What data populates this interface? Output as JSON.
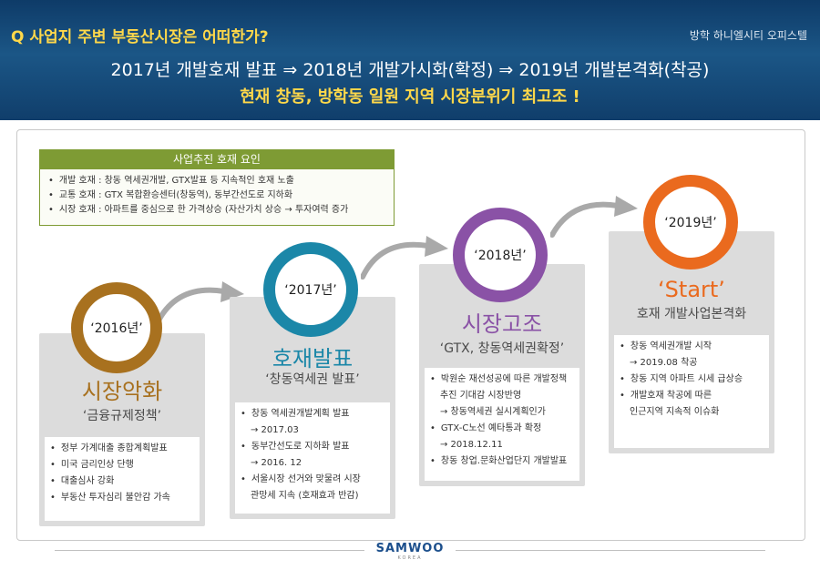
{
  "header": {
    "question": "Q 사업지 주변 부동산시장은 어떠한가?",
    "project": "방학 하니엘시티 오피스텔",
    "timeline": "2017년 개발호재 발표 ⇒ 2018년 개발가시화(확정) ⇒ 2019년 개발본격화(착공)",
    "highlight": "현재 창동, 방학동 일원 지역 시장분위기 최고조 !"
  },
  "factors": {
    "title": "사업추진 호재 요인",
    "items": [
      "개발 호재 : 창동 역세권개발, GTX발표 등 지속적인 호재 노출",
      "교통 호재 : GTX 복합환승센터(창동역), 동부간선도로 지하화",
      "시장 호재 : 아파트를 중심으로 한 가격상승 (자산가치 상승 → 투자여력 증가"
    ]
  },
  "stages": [
    {
      "year": "‘2016년’",
      "title": "시장악화",
      "subtitle": "‘금융규제정책’",
      "color": "#a8711f",
      "items": [
        {
          "text": "정부 가계대출 종합계획발표",
          "bullet": true
        },
        {
          "text": "미국 금리인상 단행",
          "bullet": true
        },
        {
          "text": "대출심사 강화",
          "bullet": true
        },
        {
          "text": "부동산 투자심리 불안감 가속",
          "bullet": true
        }
      ]
    },
    {
      "year": "‘2017년’",
      "title": "호재발표",
      "subtitle": "‘창동역세권 발표’",
      "color": "#1b87a8",
      "items": [
        {
          "text": "창동 역세권개발계획 발표",
          "bullet": true
        },
        {
          "text": "→ 2017.03",
          "bullet": false
        },
        {
          "text": "동부간선도로 지하화 발표",
          "bullet": true
        },
        {
          "text": "→ 2016. 12",
          "bullet": false
        },
        {
          "text": "서울시장 선거와 맞물려 시장",
          "bullet": true
        },
        {
          "text": "관망세 지속 (호재효과 반감)",
          "bullet": false
        }
      ]
    },
    {
      "year": "‘2018년’",
      "title": "시장고조",
      "subtitle": "‘GTX, 창동역세권확정’",
      "color": "#8a52a6",
      "items": [
        {
          "text": "박원순 재선성공에 따른 개발정책",
          "bullet": true
        },
        {
          "text": "추진 기대감 시장반영",
          "bullet": false
        },
        {
          "text": "→ 창동역세권 실시계획인가",
          "bullet": false
        },
        {
          "text": "GTX-C노선 예타통과 확정",
          "bullet": true
        },
        {
          "text": "→ 2018.12.11",
          "bullet": false
        },
        {
          "text": "창동 창업.문화산업단지 개발발표",
          "bullet": true
        }
      ]
    },
    {
      "year": "‘2019년’",
      "title": "‘Start’",
      "subtitle": "호재 개발사업본격화",
      "color": "#ea6a1e",
      "items": [
        {
          "text": "창동 역세권개발 시작",
          "bullet": true
        },
        {
          "text": "→ 2019.08 착공",
          "bullet": false
        },
        {
          "text": "창동 지역 아파트 시세 급상승",
          "bullet": true
        },
        {
          "text": "개발호재 착공에 따른",
          "bullet": true
        },
        {
          "text": "인근지역 지속적 이슈화",
          "bullet": false
        }
      ]
    }
  ],
  "footer": {
    "logo": "SAMWOO",
    "logo_sub": "KOREA"
  }
}
